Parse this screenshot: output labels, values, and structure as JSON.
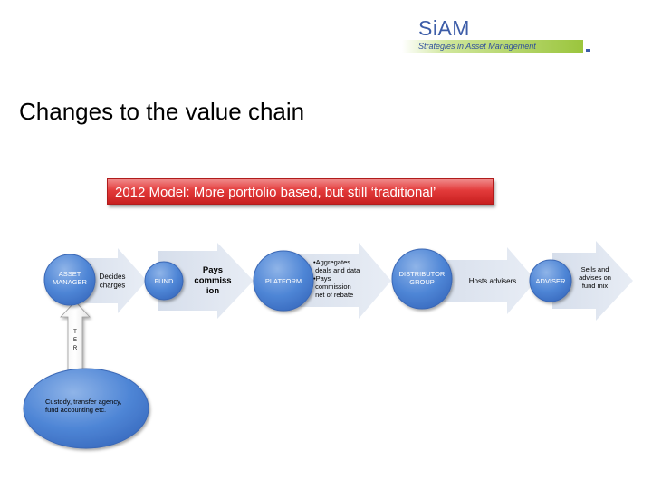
{
  "logo": {
    "word": "SiAM",
    "tagline": "Strategies in Asset Management"
  },
  "title": "Changes to the value chain",
  "banner": "2012 Model: More portfolio based, but still ‘traditional’",
  "chain": {
    "nodes": [
      {
        "id": "asset-manager",
        "lines": [
          "ASSET",
          "MANAGER"
        ]
      },
      {
        "id": "fund",
        "lines": [
          "FUND"
        ]
      },
      {
        "id": "platform",
        "lines": [
          "PLATFORM"
        ]
      },
      {
        "id": "distributor-group",
        "lines": [
          "DISTRIBUTOR",
          "GROUP"
        ]
      },
      {
        "id": "adviser",
        "lines": [
          "ADVISER"
        ]
      }
    ],
    "arrows": [
      {
        "id": "decides-charges",
        "lines": [
          "Decides",
          "charges"
        ],
        "bold": false
      },
      {
        "id": "pays-commission",
        "lines": [
          "Pays",
          "commiss",
          "ion"
        ],
        "bold": true
      },
      {
        "id": "aggregates",
        "lines": [
          "•Aggregates",
          "  deals and data",
          "•Pays",
          "  commission",
          "  net of rebate"
        ],
        "bold": false
      },
      {
        "id": "hosts-advisers",
        "lines": [
          "Hosts advisers"
        ],
        "bold": false
      },
      {
        "id": "sells-advises",
        "lines": [
          "Sells and",
          "advises on",
          "fund mix"
        ],
        "bold": false
      }
    ]
  },
  "ter": {
    "letters": [
      "T",
      "E",
      "R"
    ]
  },
  "custody": {
    "lines": [
      "Custody, transfer agency,",
      "fund accounting etc."
    ]
  }
}
